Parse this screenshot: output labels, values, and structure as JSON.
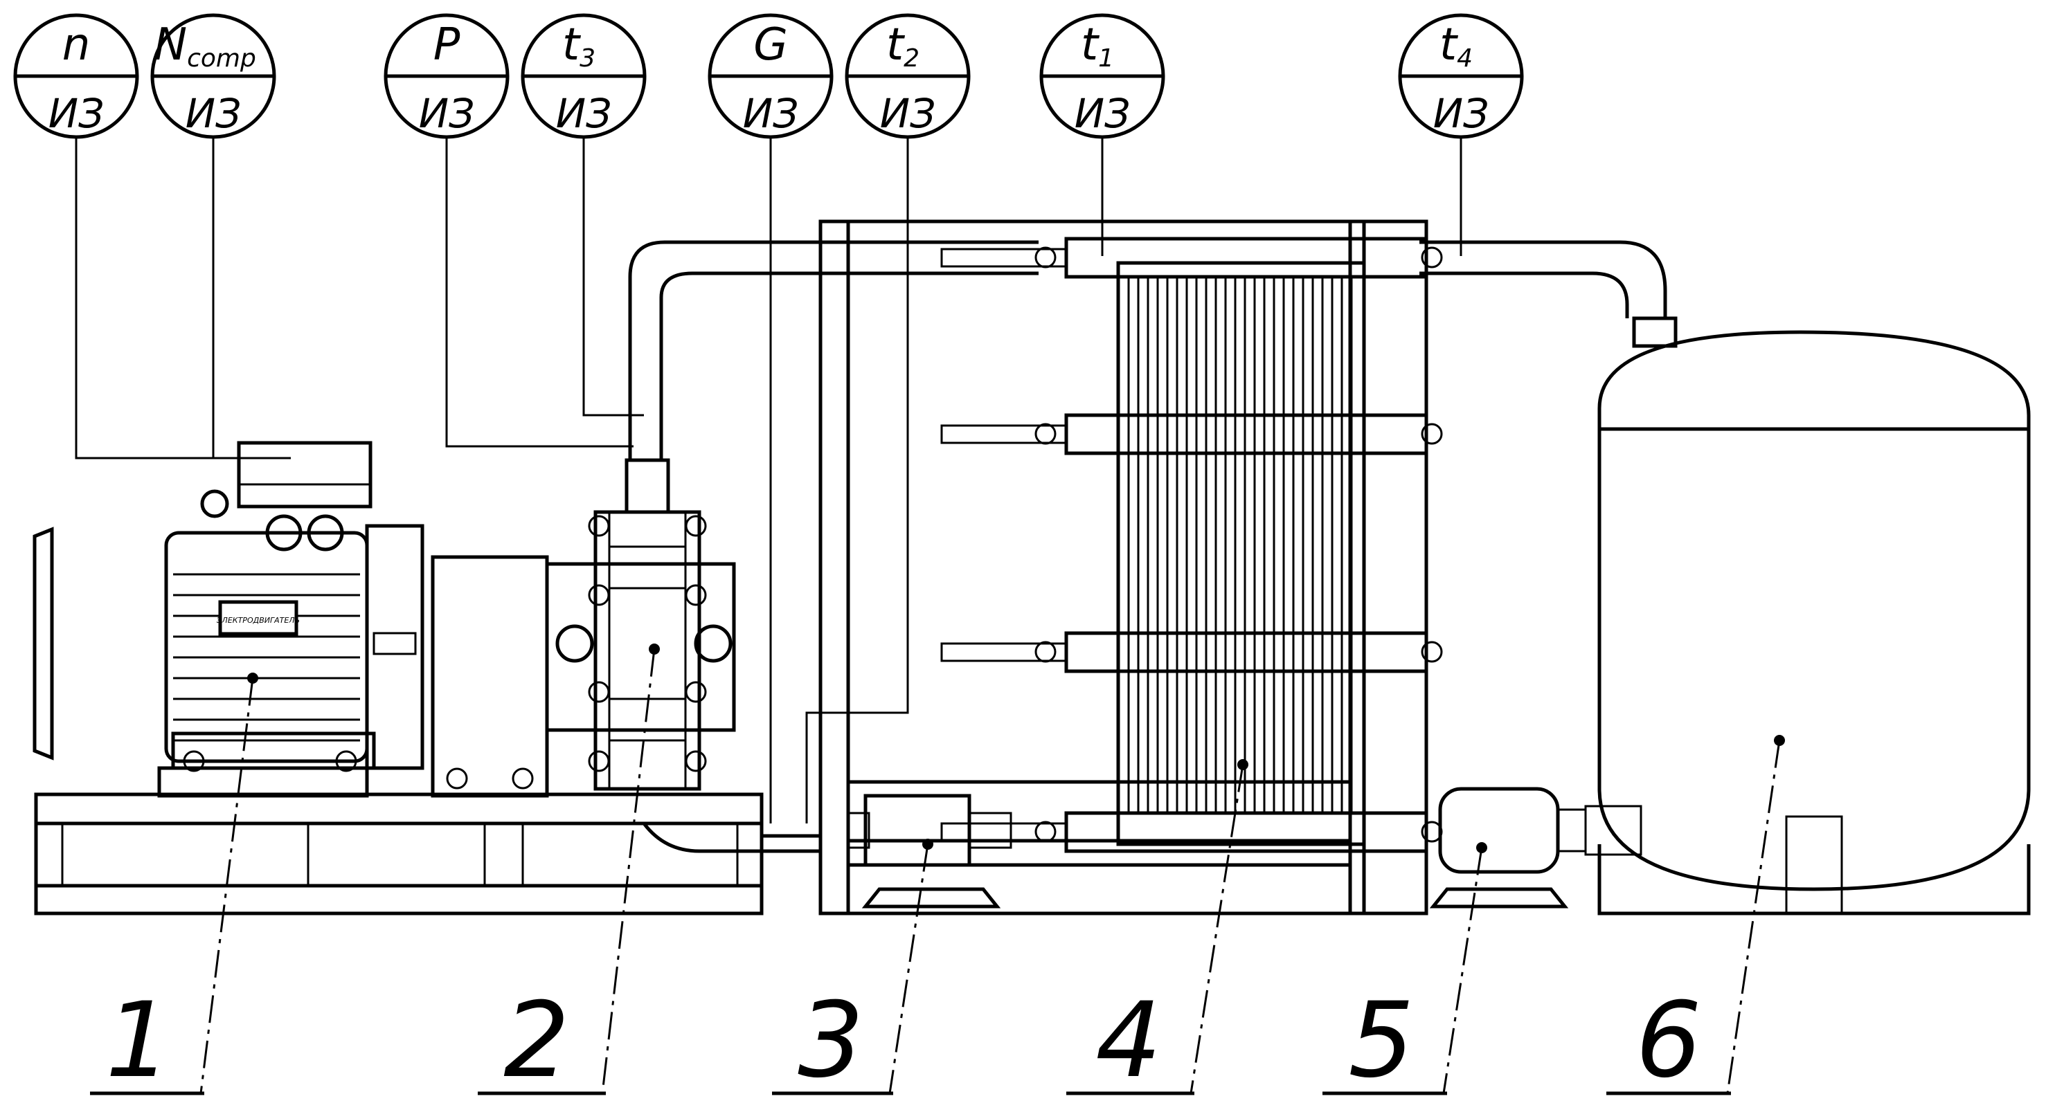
{
  "instruments": [
    {
      "id": "n",
      "top": "n",
      "bottom": "ИЗ"
    },
    {
      "id": "n-comp",
      "top": "N",
      "top_sub": "comp",
      "bottom": "ИЗ"
    },
    {
      "id": "p",
      "top": "P",
      "bottom": "ИЗ"
    },
    {
      "id": "t3",
      "top": "t",
      "top_sub": "3",
      "bottom": "ИЗ"
    },
    {
      "id": "g",
      "top": "G",
      "bottom": "ИЗ"
    },
    {
      "id": "t2",
      "top": "t",
      "top_sub": "2",
      "bottom": "ИЗ"
    },
    {
      "id": "t1",
      "top": "t",
      "top_sub": "1",
      "bottom": "ИЗ"
    },
    {
      "id": "t4",
      "top": "t",
      "top_sub": "4",
      "bottom": "ИЗ"
    }
  ],
  "components": [
    {
      "number": "1"
    },
    {
      "number": "2"
    },
    {
      "number": "3"
    },
    {
      "number": "4"
    },
    {
      "number": "5"
    },
    {
      "number": "6"
    }
  ],
  "motor_nameplate": "ЭЛЕКТРОДВИГАТЕЛЬ"
}
